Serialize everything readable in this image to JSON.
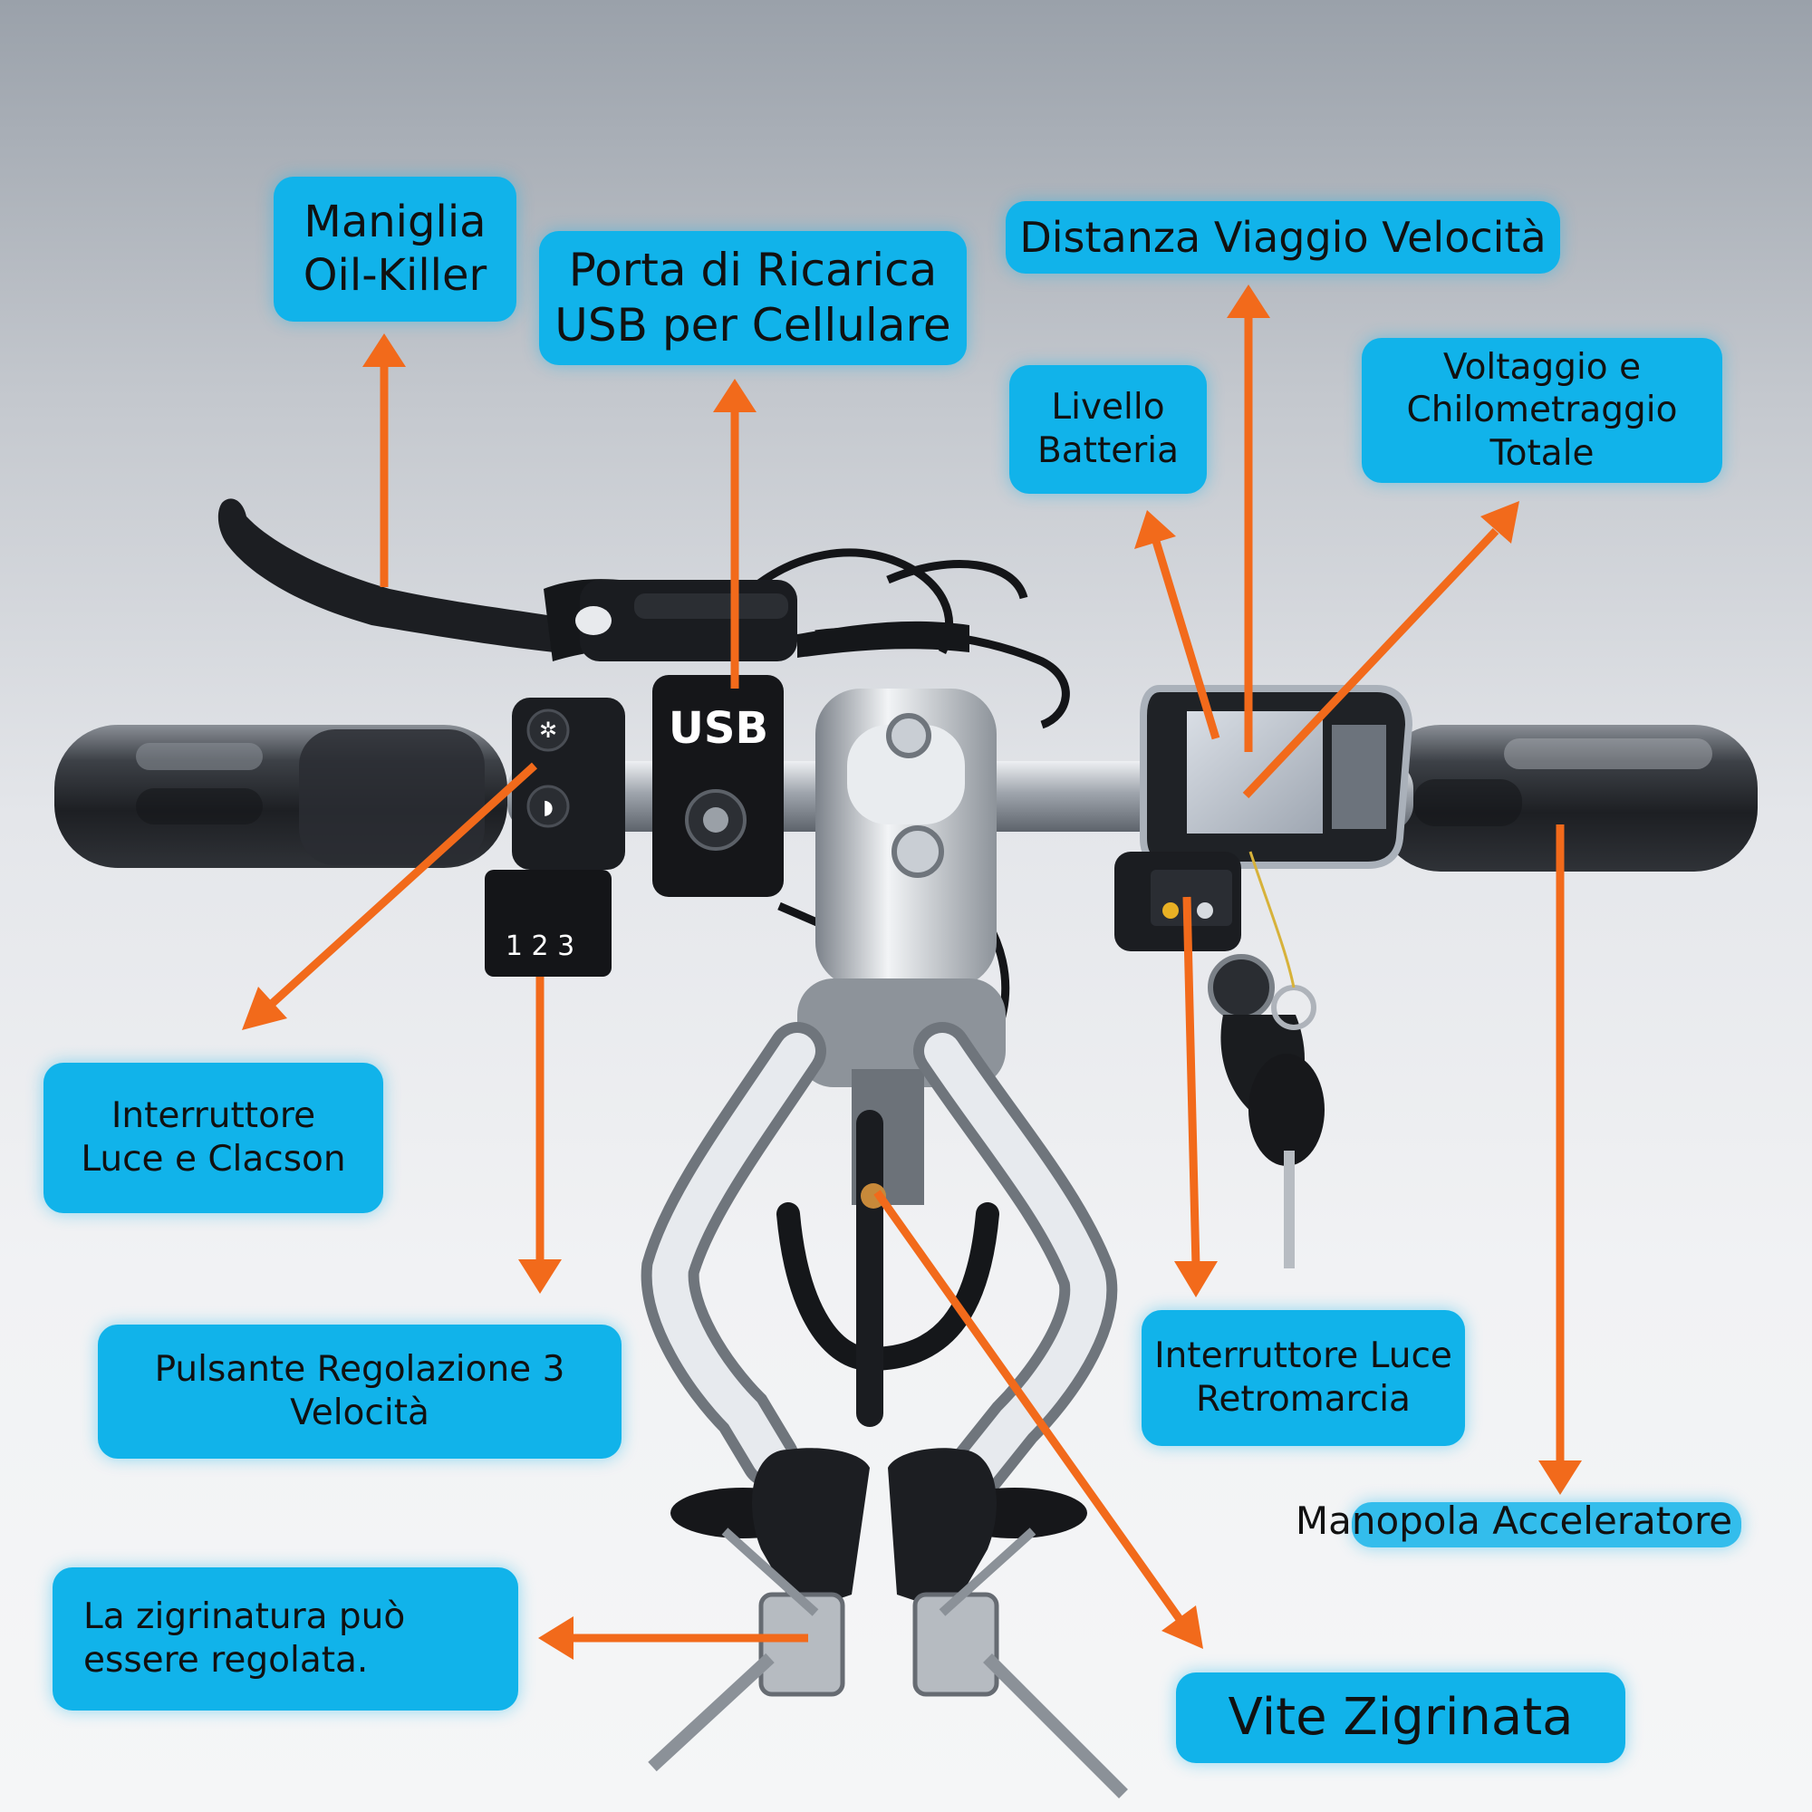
{
  "colors": {
    "label_bg": "#11b3ea",
    "arrow": "#f26a1b",
    "text": "#111111"
  },
  "labels": {
    "maniglia": "Maniglia\nOil-Killer",
    "usb_port": "Porta di Ricarica\nUSB per Cellulare",
    "distanza": "Distanza Viaggio Velocità",
    "batteria": "Livello\nBatteria",
    "voltaggio": "Voltaggio e\nChilometraggio\nTotale",
    "luce_clacson": "Interruttore\nLuce e Clacson",
    "velocita3": "Pulsante Regolazione 3\nVelocità",
    "retromarcia": "Interruttore Luce\nRetromarcia",
    "acceleratore": "Manopola Acceleratore",
    "zigrinatura": "La zigrinatura può\nessere regolata.",
    "vite": "Vite Zigrinata"
  },
  "device_text": {
    "usb": "USB",
    "speed_selector": "1 2 3"
  },
  "icons": [
    "headlight-icon",
    "horn-icon",
    "power-button-icon",
    "ignition-key-icon"
  ]
}
